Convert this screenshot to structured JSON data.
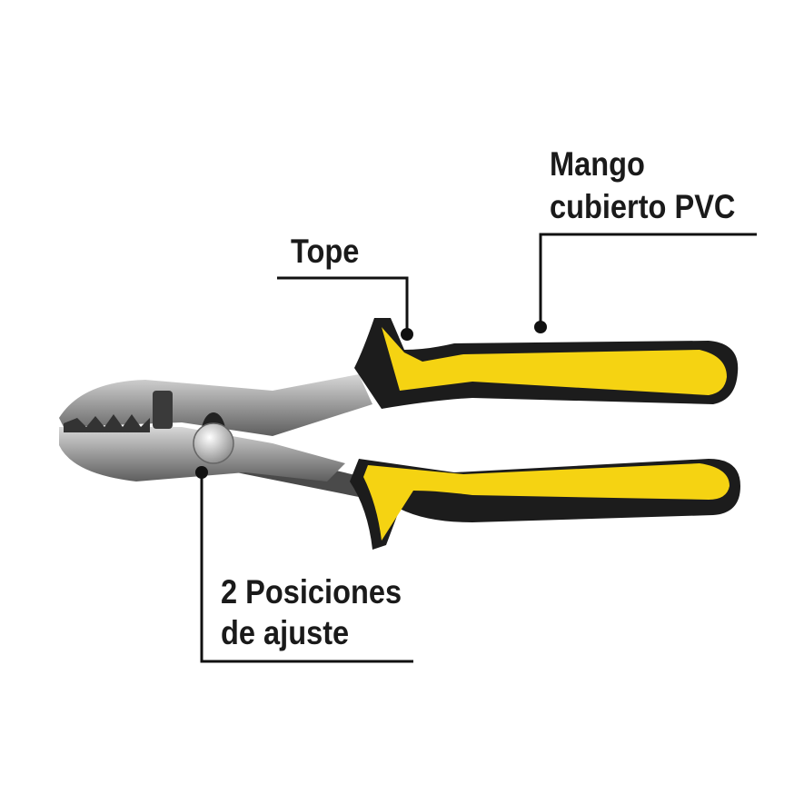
{
  "callouts": {
    "handle": {
      "line1": "Mango",
      "line2": "cubierto PVC"
    },
    "stop": {
      "label": "Tope"
    },
    "adjust": {
      "line1": "2 Posiciones",
      "line2": "de ajuste"
    }
  },
  "colors": {
    "handle_yellow": "#f5d312",
    "handle_black": "#1c1c1c",
    "steel": "#9a9a9a",
    "text": "#1a1a1a"
  }
}
